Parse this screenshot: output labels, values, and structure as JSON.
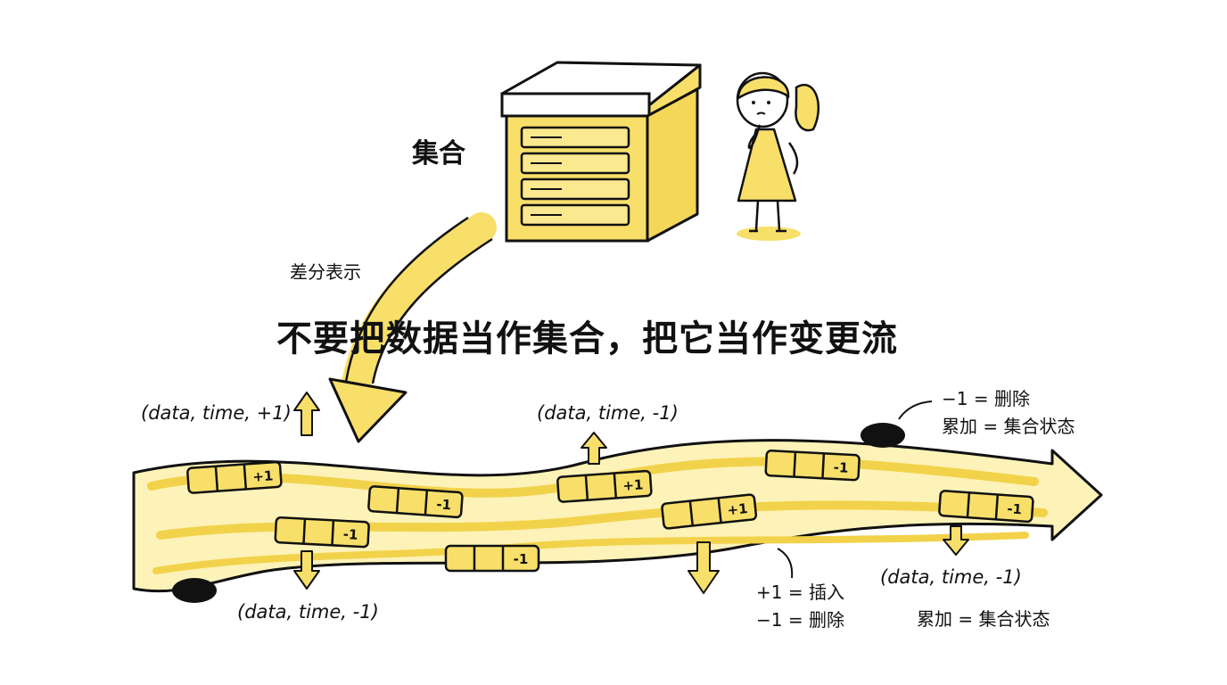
{
  "title": "不要把数据当作集合，把它当作变更流",
  "collection_label": "集合",
  "diff_label": "差分表示",
  "updates": [
    {
      "text": "(data, time, +1)"
    },
    {
      "text": "(data, time, -1)"
    },
    {
      "text": "(data, time, -1)"
    },
    {
      "text": "(data, time, -1)"
    }
  ],
  "notes": {
    "top_right_line1": "−1 = 删除",
    "top_right_line2": "累加 = 集合状态",
    "bottom_mid_line1": "+1 = 插入",
    "bottom_mid_line2": "−1 = 删除",
    "bottom_right": "累加 = 集合状态"
  },
  "stream_records": [
    "+1",
    "-1",
    "-1",
    "-1",
    "+1",
    "+1",
    "-1",
    "-1"
  ],
  "colors": {
    "accent": "#f7df6a",
    "accent_dark": "#e9c93a",
    "ink": "#111111"
  },
  "icons": [
    "storage-box-icon",
    "thinking-girl-icon",
    "curved-arrow-icon",
    "stream-arrow-icon"
  ]
}
